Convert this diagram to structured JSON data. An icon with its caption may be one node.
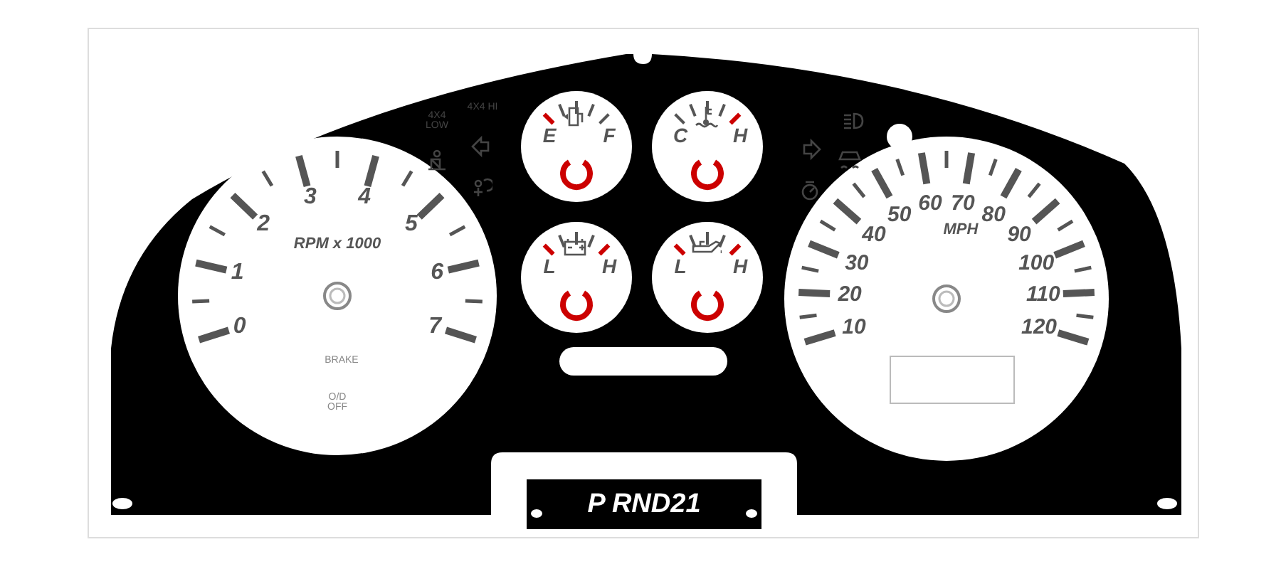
{
  "diagram": {
    "nodes": [
      {
        "text": [
          "0",
          "1",
          "2",
          "3",
          "4",
          "5",
          "6",
          "7",
          "RPM x 1000"
        ]
      },
      {
        "text": [
          "E",
          "F"
        ]
      },
      {
        "text": [
          "C",
          "H"
        ]
      },
      {
        "text": [
          "L",
          "H"
        ]
      },
      {
        "text": [
          "L",
          "H"
        ]
      },
      {
        "text": [
          "10",
          "20",
          "30",
          "40",
          "50",
          "60",
          "70",
          "80",
          "90",
          "100",
          "110",
          "120",
          "MPH"
        ]
      },
      {
        "text": [
          "P RND21"
        ]
      },
      {
        "text": [],
        "shape": "bar"
      },
      {
        "text": [],
        "shape": "box",
        "in": 5
      }
    ],
    "labels": [
      "4X4 LOW",
      "4X4 HI",
      "BRAKE",
      "O/D OFF"
    ]
  }
}
